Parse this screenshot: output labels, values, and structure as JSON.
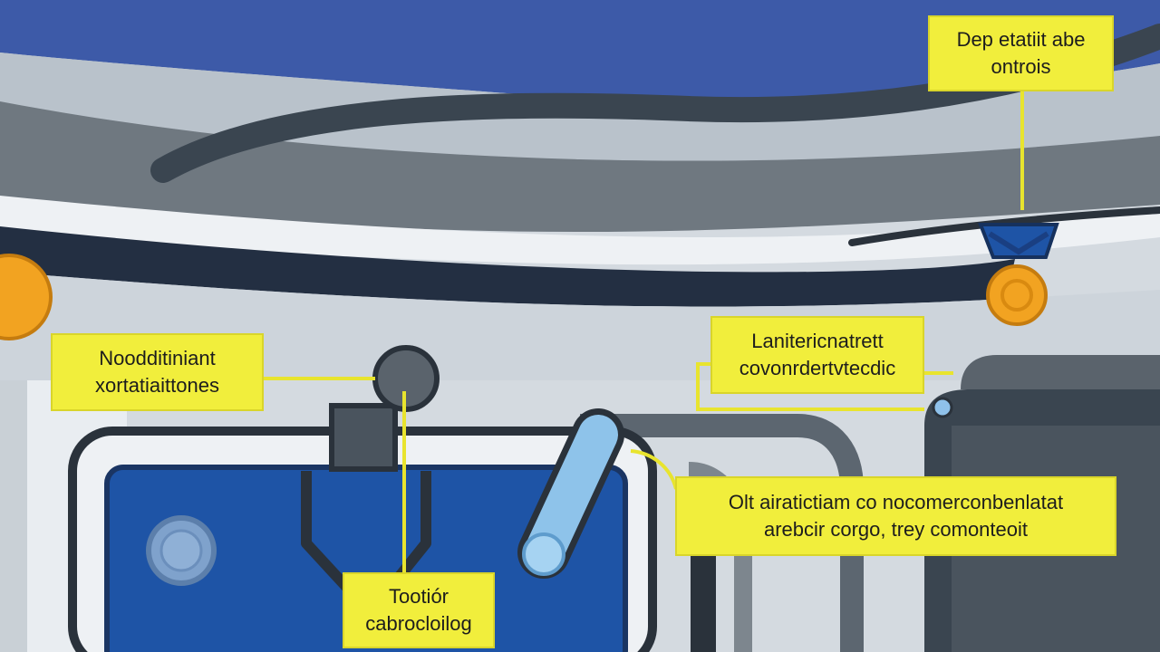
{
  "callouts": {
    "top_right": {
      "line1": "Dep etatiit abe",
      "line2": "ontrois"
    },
    "left": {
      "line1": "Noodditiniant",
      "line2": "xortatiaittones"
    },
    "middle_right": {
      "line1": "Lanitericnatrett",
      "line2": "covonrdertvtecdic"
    },
    "lower_right": {
      "line1": "Olt airatictiam co nocomerconbenlatat",
      "line2": "arebcir corgo, trey comonteoit"
    },
    "bottom": {
      "line1": "Tootiór",
      "line2": "cabrocloilog"
    }
  },
  "colors": {
    "sky_blue": "#3d5aa8",
    "callout_yellow": "#f1ee3c",
    "leader_line": "#e8e42e",
    "dark_outline": "#2a323b",
    "panel_blue": "#1e54a6",
    "orange": "#f2a321",
    "steel_gray": "#6f7880",
    "light_gray": "#c9d0d6"
  },
  "icons": {
    "orange_knob": "orange-knob-icon",
    "nozzle": "nozzle-icon",
    "round_cap": "round-cap-icon",
    "light_blue_tube": "hose-icon"
  }
}
